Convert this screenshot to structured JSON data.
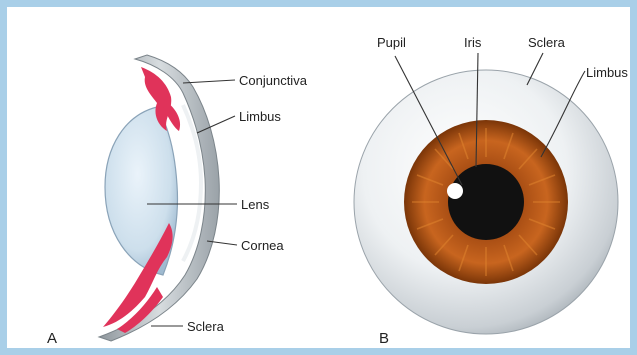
{
  "panel_a": {
    "letter": "A",
    "labels": {
      "conjunctiva": "Conjunctiva",
      "limbus": "Limbus",
      "lens": "Lens",
      "cornea": "Cornea",
      "sclera": "Sclera"
    }
  },
  "panel_b": {
    "letter": "B",
    "labels": {
      "pupil": "Pupil",
      "iris": "Iris",
      "sclera": "Sclera",
      "limbus": "Limbus"
    }
  },
  "colors": {
    "frame": "#a9cfe8",
    "vessels": "#e0335a",
    "iris": "#b8581c",
    "pupil": "#111111",
    "lens": "#cfe0ee"
  }
}
